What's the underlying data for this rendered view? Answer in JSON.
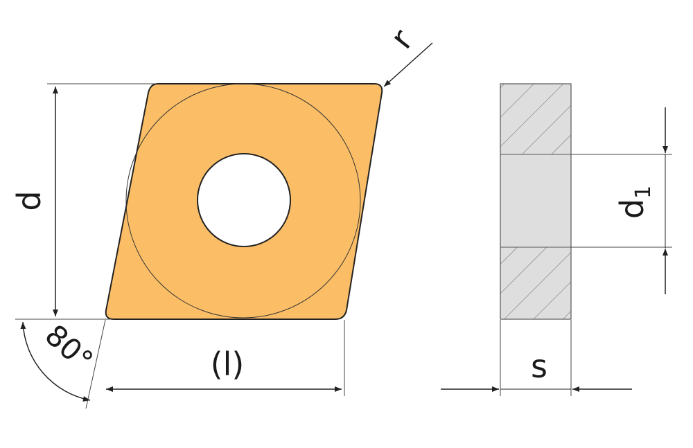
{
  "labels": {
    "d": "d",
    "r": "r",
    "l": "(l)",
    "angle": "80°",
    "d1_main": "d",
    "d1_sub": "1",
    "s": "s"
  },
  "colors": {
    "insert_fill": "#fbbe66",
    "section_fill": "#dedede",
    "line": "#222222",
    "background": "#ffffff"
  }
}
